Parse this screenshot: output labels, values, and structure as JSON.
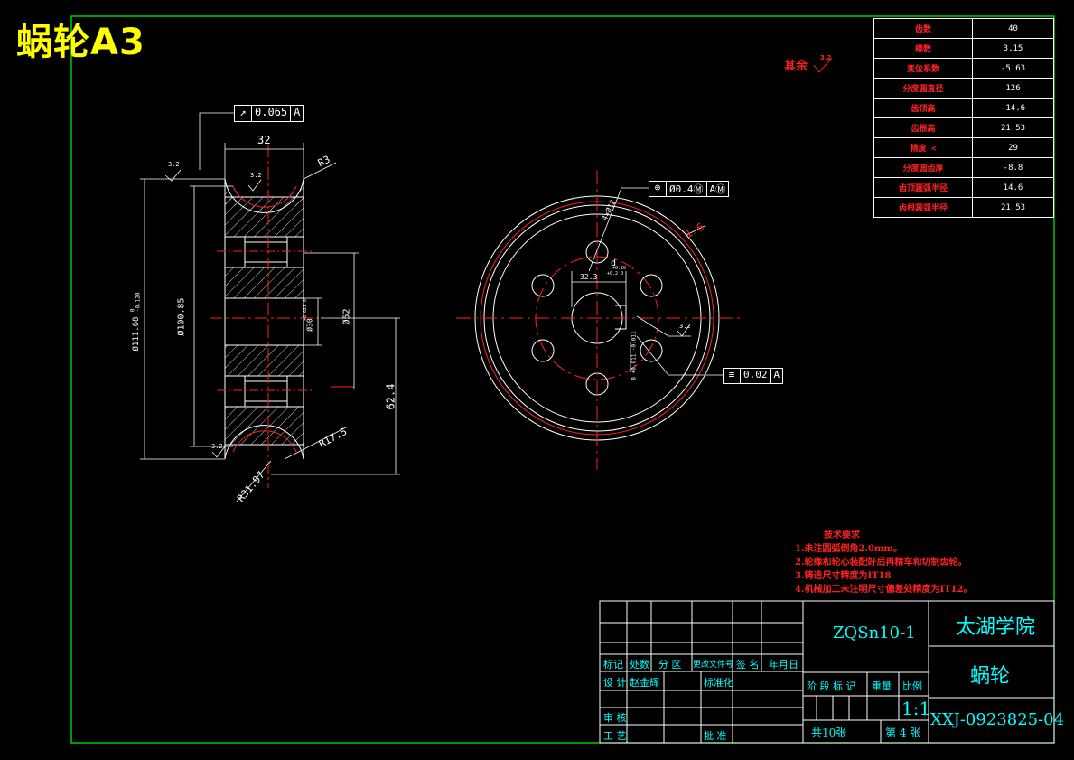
{
  "sheet": {
    "title": "蜗轮A3",
    "colors": {
      "frame": "#00ff00",
      "table": "#ffffff",
      "red": "#ff2020",
      "cyan": "#00ffff",
      "yellow": "#ffff00",
      "blue": "#4060ff"
    }
  },
  "params": [
    {
      "name": "齿数",
      "value": "40"
    },
    {
      "name": "模数",
      "value": "3.15"
    },
    {
      "name": "变位系数",
      "value": "-5.63"
    },
    {
      "name": "分度圆直径",
      "value": "126"
    },
    {
      "name": "齿顶高",
      "value": "-14.6"
    },
    {
      "name": "齿根高",
      "value": "21.53"
    },
    {
      "name": "精度 <",
      "value": "29"
    },
    {
      "name": "分度圆齿厚",
      "value": "-8.8"
    },
    {
      "name": "齿顶圆弧半径",
      "value": "14.6"
    },
    {
      "name": "齿根圆弧半径",
      "value": "21.53"
    }
  ],
  "other_roughness": {
    "label": "其余",
    "value": "3.2"
  },
  "tech_req": {
    "title": "技术要求",
    "items": [
      "1.未注圆弧倒角2.0mm。",
      "2.轮缘和轮心装配好后再精车和切制齿轮。",
      "3.铸造尺寸精度为IT18",
      "4.机械加工未注明尺寸偏差处精度为IT12。"
    ]
  },
  "section_view": {
    "tolerance_frame": {
      "symbol": "↗",
      "value": "0.065",
      "datum": "A"
    },
    "dims": {
      "width": "32",
      "r3": "R3",
      "d_outer": "Ø111.68",
      "d_outer_tol_up": "0",
      "d_outer_tol_low": "-0.120",
      "d_pitch": "Ø100.85",
      "d_bore": "Ø30",
      "d_bore_tol": "+0.021 0",
      "d_52": "Ø52",
      "d_62_4": "62.4",
      "r17_5": "R17.5",
      "r31_97": "R31.97",
      "rough_a": "3.2",
      "rough_b": "3.2",
      "rough_c": "3.2"
    }
  },
  "front_view": {
    "position_frame": {
      "symbol": "⊕",
      "value": "Ø0.4Ⓜ",
      "datum": "AⓂ"
    },
    "flat_frame": {
      "symbol": "≡",
      "value": "0.02",
      "datum": "A"
    },
    "dims": {
      "holes": "4×Ø12",
      "keyway_width": "32.3",
      "keyway_tol": "+0.2 0",
      "key_d": "d",
      "key_tol": "+0.20",
      "slot_w": "8 +0.011 -0.011",
      "chamfer": "1.6",
      "rough": "3.2"
    }
  },
  "title_block": {
    "revision_headers": [
      "标记",
      "处数",
      "分 区",
      "更改文件号",
      "签 名",
      "年月日"
    ],
    "design_label": "设 计",
    "designer": "赵金辉",
    "standard_label": "标准化",
    "review_label": "审 核",
    "process_label": "工 艺",
    "approve_label": "批 准",
    "material": "ZQSn10-1",
    "school": "太湖学院",
    "part_name": "蜗轮",
    "stage_headers": [
      "阶 段 标 记",
      "重量",
      "比例"
    ],
    "scale": "1:1",
    "total_sheets": "共10张",
    "sheet_no": "第 4 张",
    "drawing_no": "XXJ-0923825-04"
  }
}
